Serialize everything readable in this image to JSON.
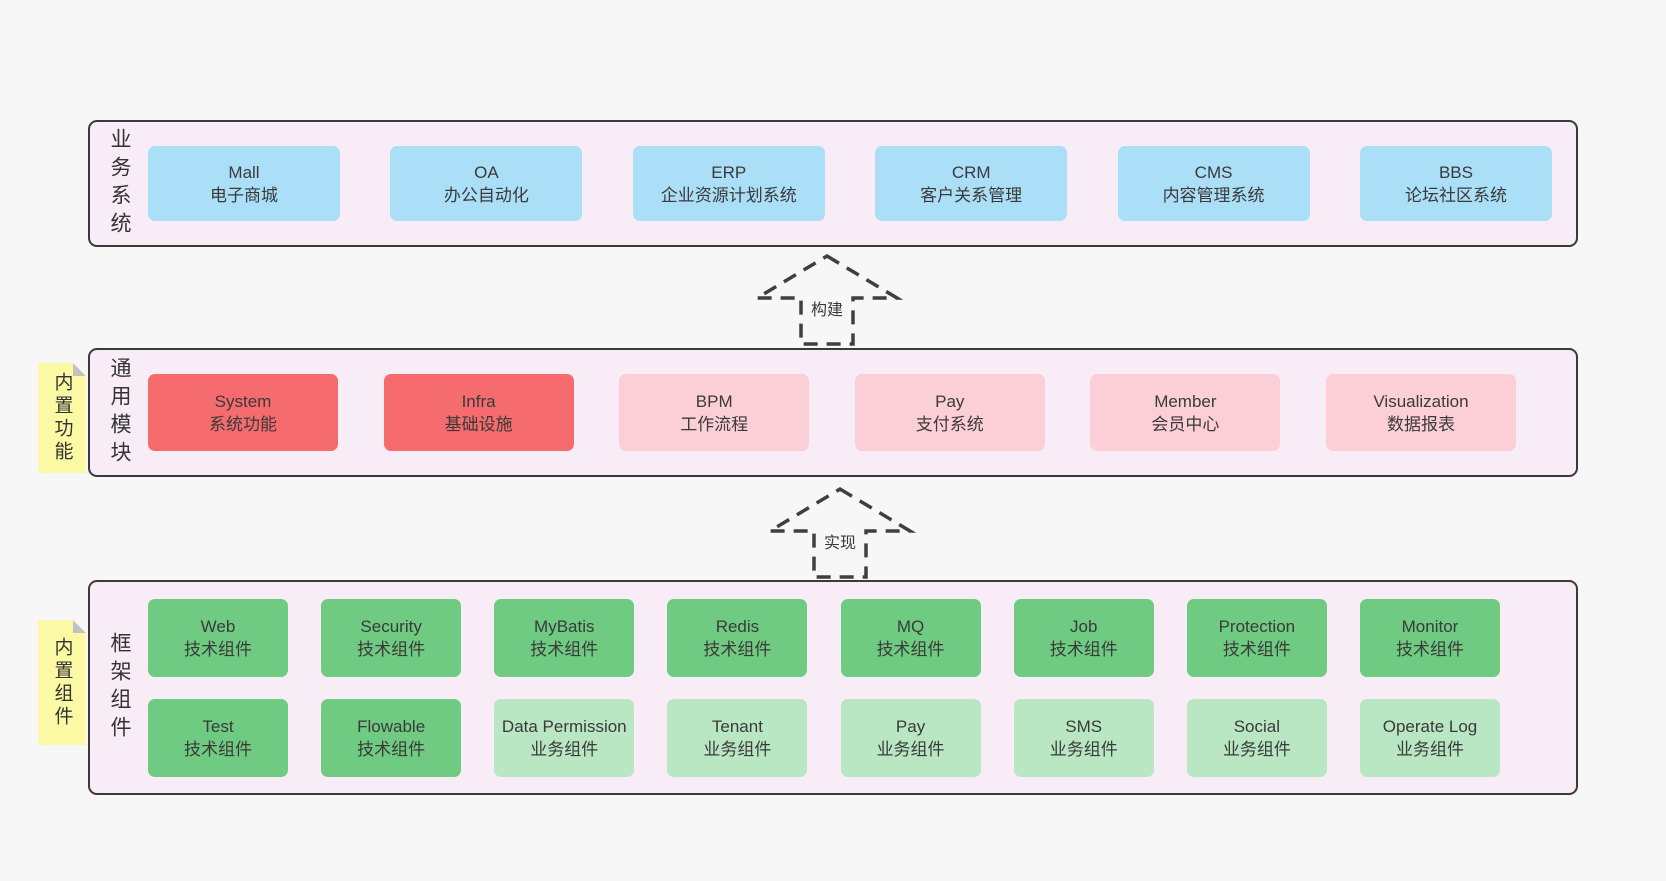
{
  "colors": {
    "page_bg": "#f7f7f7",
    "panel_bg": "#f8edf6",
    "panel_border": "#3a3a3a",
    "box_blue": "#abdef7",
    "box_red": "#f56b6e",
    "box_pink": "#fccfd6",
    "box_green_dark": "#6fcb81",
    "box_green_light": "#b9e7c3",
    "sticky_yellow": "#fbf9a4",
    "text": "#3a3a3a"
  },
  "layers": {
    "business": {
      "label": "业务系统",
      "boxes": [
        {
          "name": "Mall",
          "desc": "电子商城"
        },
        {
          "name": "OA",
          "desc": "办公自动化"
        },
        {
          "name": "ERP",
          "desc": "企业资源计划系统"
        },
        {
          "name": "CRM",
          "desc": "客户关系管理"
        },
        {
          "name": "CMS",
          "desc": "内容管理系统"
        },
        {
          "name": "BBS",
          "desc": "论坛社区系统"
        }
      ]
    },
    "modules": {
      "label": "通用模块",
      "sticky": "内置功能",
      "boxes": [
        {
          "name": "System",
          "desc": "系统功能"
        },
        {
          "name": "Infra",
          "desc": "基础设施"
        },
        {
          "name": "BPM",
          "desc": "工作流程"
        },
        {
          "name": "Pay",
          "desc": "支付系统"
        },
        {
          "name": "Member",
          "desc": "会员中心"
        },
        {
          "name": "Visualization",
          "desc": "数据报表"
        }
      ]
    },
    "components": {
      "label": "框架组件",
      "sticky": "内置组件",
      "row1": [
        {
          "name": "Web",
          "desc": "技术组件"
        },
        {
          "name": "Security",
          "desc": "技术组件"
        },
        {
          "name": "MyBatis",
          "desc": "技术组件"
        },
        {
          "name": "Redis",
          "desc": "技术组件"
        },
        {
          "name": "MQ",
          "desc": "技术组件"
        },
        {
          "name": "Job",
          "desc": "技术组件"
        },
        {
          "name": "Protection",
          "desc": "技术组件"
        },
        {
          "name": "Monitor",
          "desc": "技术组件"
        }
      ],
      "row2": [
        {
          "name": "Test",
          "desc": "技术组件"
        },
        {
          "name": "Flowable",
          "desc": "技术组件"
        },
        {
          "name": "Data Permission",
          "desc": "业务组件"
        },
        {
          "name": "Tenant",
          "desc": "业务组件"
        },
        {
          "name": "Pay",
          "desc": "业务组件"
        },
        {
          "name": "SMS",
          "desc": "业务组件"
        },
        {
          "name": "Social",
          "desc": "业务组件"
        },
        {
          "name": "Operate Log",
          "desc": "业务组件"
        }
      ]
    }
  },
  "arrows": [
    {
      "label": "构建"
    },
    {
      "label": "实现"
    }
  ]
}
